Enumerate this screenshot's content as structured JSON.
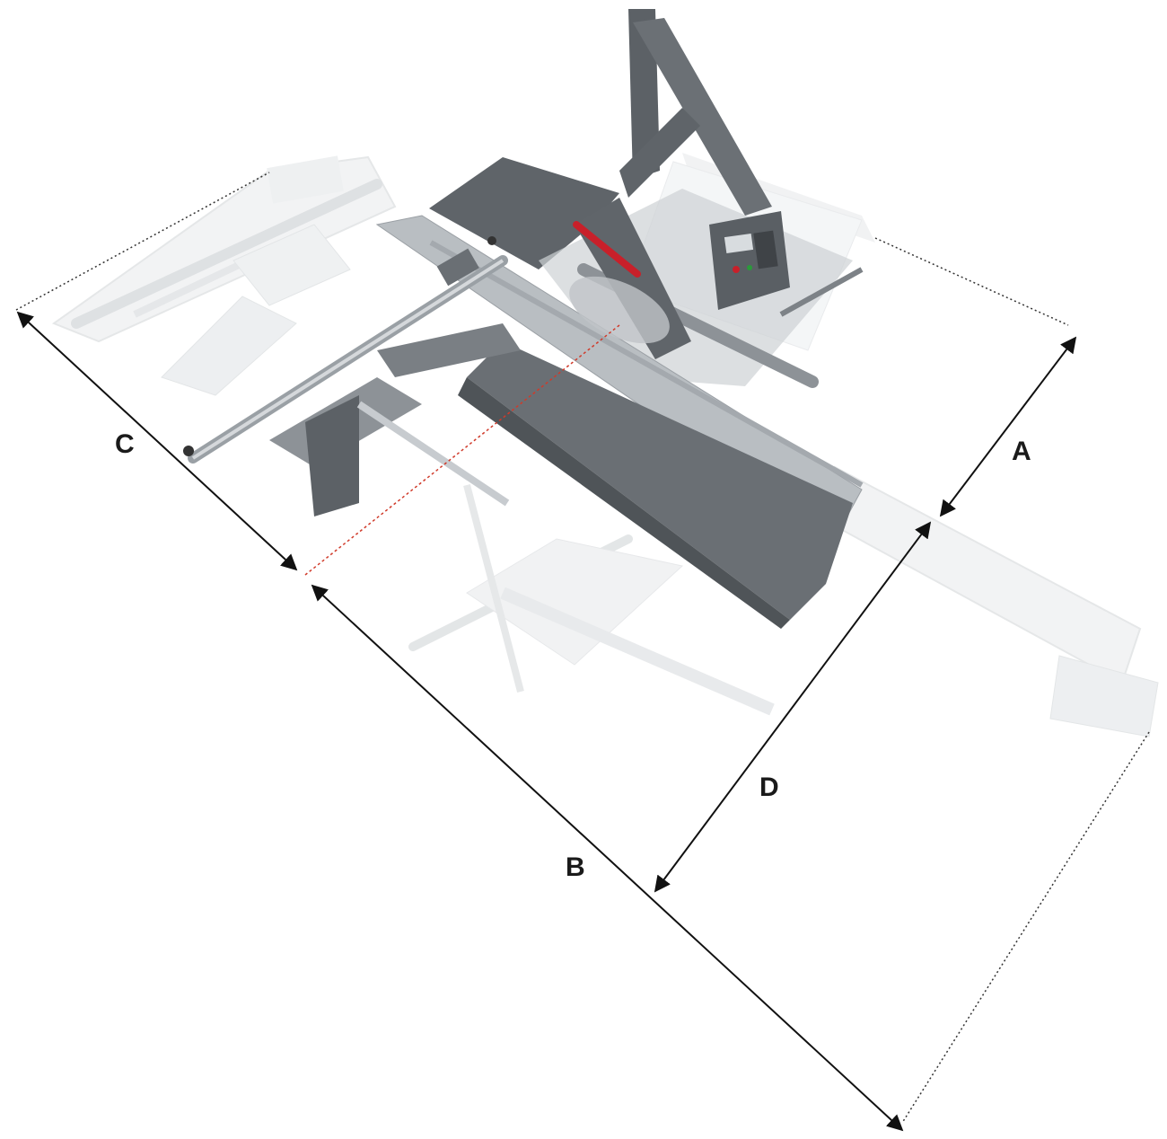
{
  "diagram": {
    "dimension_labels": {
      "a": "A",
      "b": "B",
      "c": "C",
      "d": "D"
    },
    "colors": {
      "machine_dark": "#5c6166",
      "machine_mid": "#8a9096",
      "frame_light": "#c9cdd1",
      "ghost": "#e4e6e8",
      "accent_red": "#c8202a",
      "dimension_line": "#111111",
      "saw_line": "#d03a2a"
    }
  }
}
